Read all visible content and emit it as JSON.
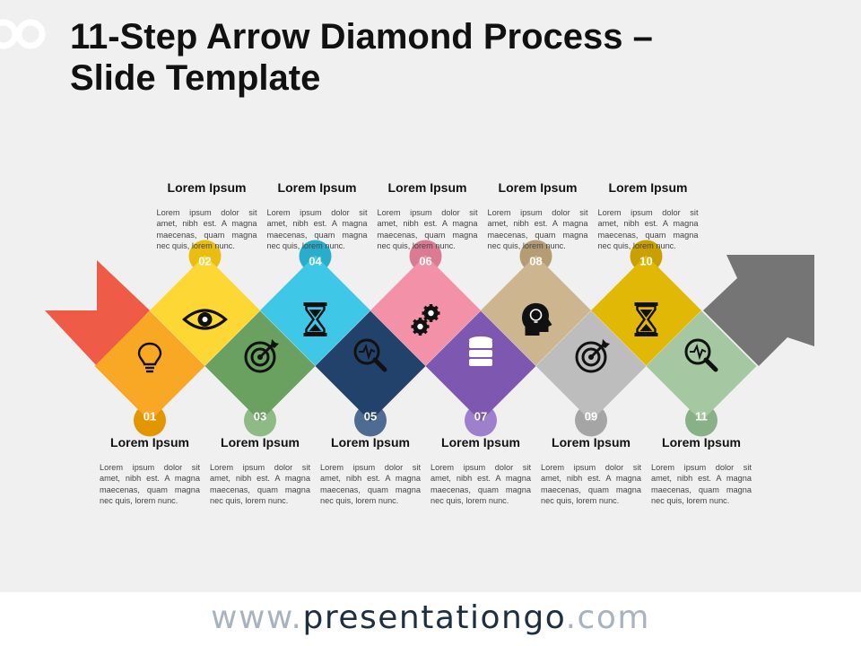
{
  "header": {
    "title_line1": "11-Step Arrow Diamond Process –",
    "title_line2": "Slide Template"
  },
  "steps": [
    {
      "num": "01",
      "title": "Lorem Ipsum",
      "icon": "lightbulb-icon",
      "color": "#F9A825",
      "badge": "#E29600",
      "position": "bottom"
    },
    {
      "num": "02",
      "title": "Lorem Ipsum",
      "icon": "eye-icon",
      "color": "#FDD835",
      "badge": "#E9BE10",
      "position": "top"
    },
    {
      "num": "03",
      "title": "Lorem Ipsum",
      "icon": "target-icon",
      "color": "#6AA060",
      "badge": "#8DBA85",
      "position": "bottom"
    },
    {
      "num": "04",
      "title": "Lorem Ipsum",
      "icon": "hourglass-icon",
      "color": "#3EC7E6",
      "badge": "#28AECB",
      "position": "top"
    },
    {
      "num": "05",
      "title": "Lorem Ipsum",
      "icon": "magnifier-pulse-icon",
      "color": "#22426B",
      "badge": "#4E6B92",
      "position": "bottom"
    },
    {
      "num": "06",
      "title": "Lorem Ipsum",
      "icon": "gears-icon",
      "color": "#F291A8",
      "badge": "#DB7A93",
      "position": "top"
    },
    {
      "num": "07",
      "title": "Lorem Ipsum",
      "icon": "database-icon",
      "color": "#7E57B0",
      "badge": "#9E7FCB",
      "position": "bottom"
    },
    {
      "num": "08",
      "title": "Lorem Ipsum",
      "icon": "head-bulb-icon",
      "color": "#CDB590",
      "badge": "#B59C74",
      "position": "top"
    },
    {
      "num": "09",
      "title": "Lorem Ipsum",
      "icon": "target-icon",
      "color": "#BDBDBD",
      "badge": "#A5A5A5",
      "position": "bottom"
    },
    {
      "num": "10",
      "title": "Lorem Ipsum",
      "icon": "hourglass-icon",
      "color": "#E2B806",
      "badge": "#C9A000",
      "position": "top"
    },
    {
      "num": "11",
      "title": "Lorem Ipsum",
      "icon": "magnifier-pulse-icon",
      "color": "#A5C8A3",
      "badge": "#89B187",
      "position": "bottom"
    }
  ],
  "body_text": "Lorem ipsum dolor sit amet, nibh est. A magna maecenas, quam magna nec quis, lorem nunc.",
  "colors": {
    "tail": "#EE5C47",
    "arrow_head": "#757575",
    "icon": "#111111"
  },
  "footer": {
    "prefix": "www.",
    "brand": "presentationgo",
    "suffix": ".com"
  }
}
